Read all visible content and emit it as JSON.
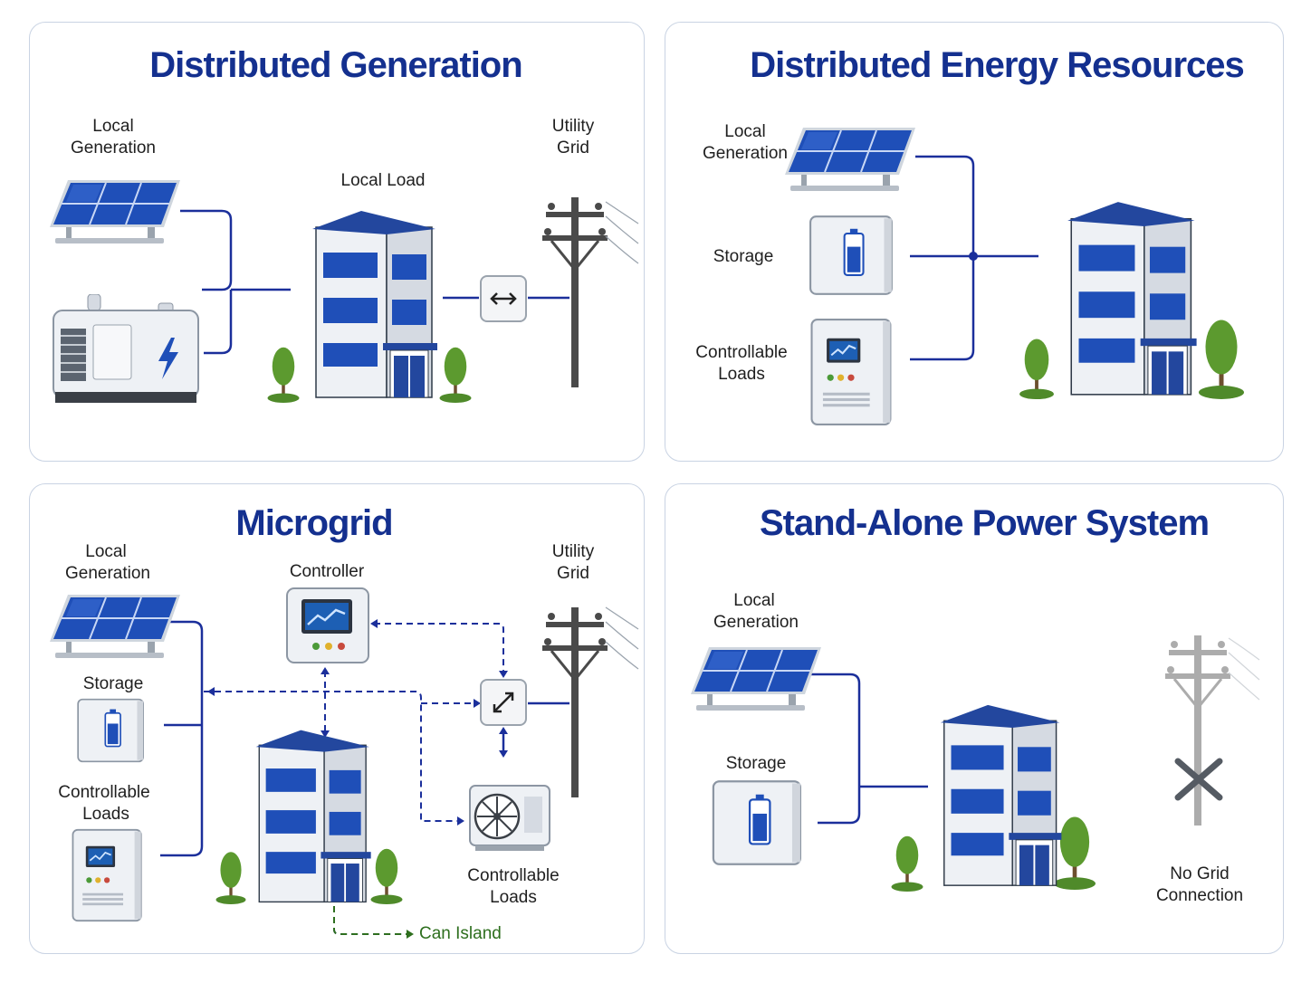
{
  "panels": {
    "distributed_generation": {
      "title": "Distributed Generation",
      "local_generation": [
        "Local",
        "Generation"
      ],
      "local_load": "Local Load",
      "utility_grid": [
        "Utility",
        "Grid"
      ]
    },
    "distributed_energy_resources": {
      "title": "Distributed Energy Resources",
      "local_generation": [
        "Local",
        "Generation"
      ],
      "storage": "Storage",
      "controllable_loads": [
        "Controllable",
        "Loads"
      ]
    },
    "microgrid": {
      "title": "Microgrid",
      "local_generation": [
        "Local",
        "Generation"
      ],
      "controller": "Controller",
      "utility_grid": [
        "Utility",
        "Grid"
      ],
      "storage": "Storage",
      "controllable_loads_left": [
        "Controllable",
        "Loads"
      ],
      "controllable_loads_right": [
        "Controllable",
        "Loads"
      ],
      "can_island": "Can Island"
    },
    "stand_alone": {
      "title": "Stand-Alone Power System",
      "local_generation": [
        "Local",
        "Generation"
      ],
      "storage": "Storage",
      "no_grid": [
        "No Grid",
        "Connection"
      ]
    }
  },
  "colors": {
    "title": "#14308f",
    "line": "#1b2f9b",
    "panel_border": "#c9d3e3",
    "solar": "#1f4fb8",
    "tree": "#5c9a2f",
    "island": "#2e6f1e"
  },
  "icons": [
    "solar-panel-icon",
    "generator-icon",
    "building-icon",
    "utility-pole-icon",
    "bidirectional-switch-icon",
    "battery-storage-icon",
    "controllable-load-icon",
    "controller-icon",
    "heat-pump-icon",
    "tree-icon",
    "no-grid-x-icon"
  ]
}
